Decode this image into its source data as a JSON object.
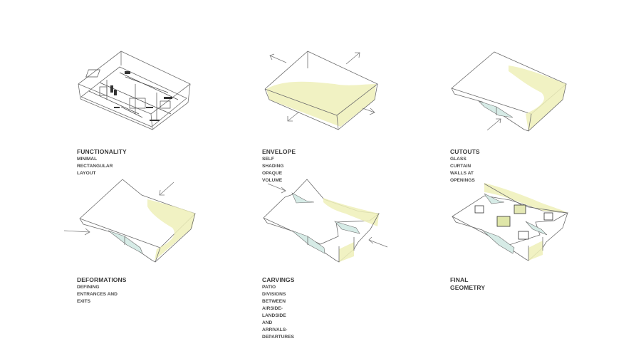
{
  "diagram": {
    "layout": "3x2 grid of axonometric massing sketches",
    "colors": {
      "background": "#ffffff",
      "line": "#6e6e6e",
      "envelope_highlight": "#eef0b8",
      "glass": "#d6ebe6",
      "caption_text": "#3a3a3a"
    },
    "panels": [
      {
        "id": "functionality",
        "title": "FUNCTIONALITY",
        "subtitle": [
          "MINIMAL RECTANGULAR LAYOUT"
        ],
        "icon": "wireframe-box-with-floorplan"
      },
      {
        "id": "envelope",
        "title": "ENVELOPE",
        "subtitle": [
          "SELF SHADING  OPAQUE VOLUME"
        ],
        "icon": "open-box-with-expansion-arrows"
      },
      {
        "id": "cutouts",
        "title": "CUTOUTS",
        "subtitle": [
          "GLASS CURTAIN  WALLS  AT OPENINGS"
        ],
        "icon": "closed-volume-with-glass-cutout"
      },
      {
        "id": "deformations",
        "title": "DEFORMATIONS",
        "subtitle": [
          "DEFINING ENTRANCES AND EXITS"
        ],
        "icon": "deformed-volume-with-entry-arrows"
      },
      {
        "id": "carvings",
        "title": "CARVINGS",
        "subtitle": [
          "PATIO DIVISIONS BETWEEN",
          "AIRSIDE-LANDSIDE AND ARRIVALS-DEPARTURES"
        ],
        "icon": "carved-volume-with-patio-arrows"
      },
      {
        "id": "final-geometry",
        "title": "FINAL GEOMETRY",
        "subtitle": [],
        "icon": "final-volume-with-courtyards"
      }
    ]
  }
}
